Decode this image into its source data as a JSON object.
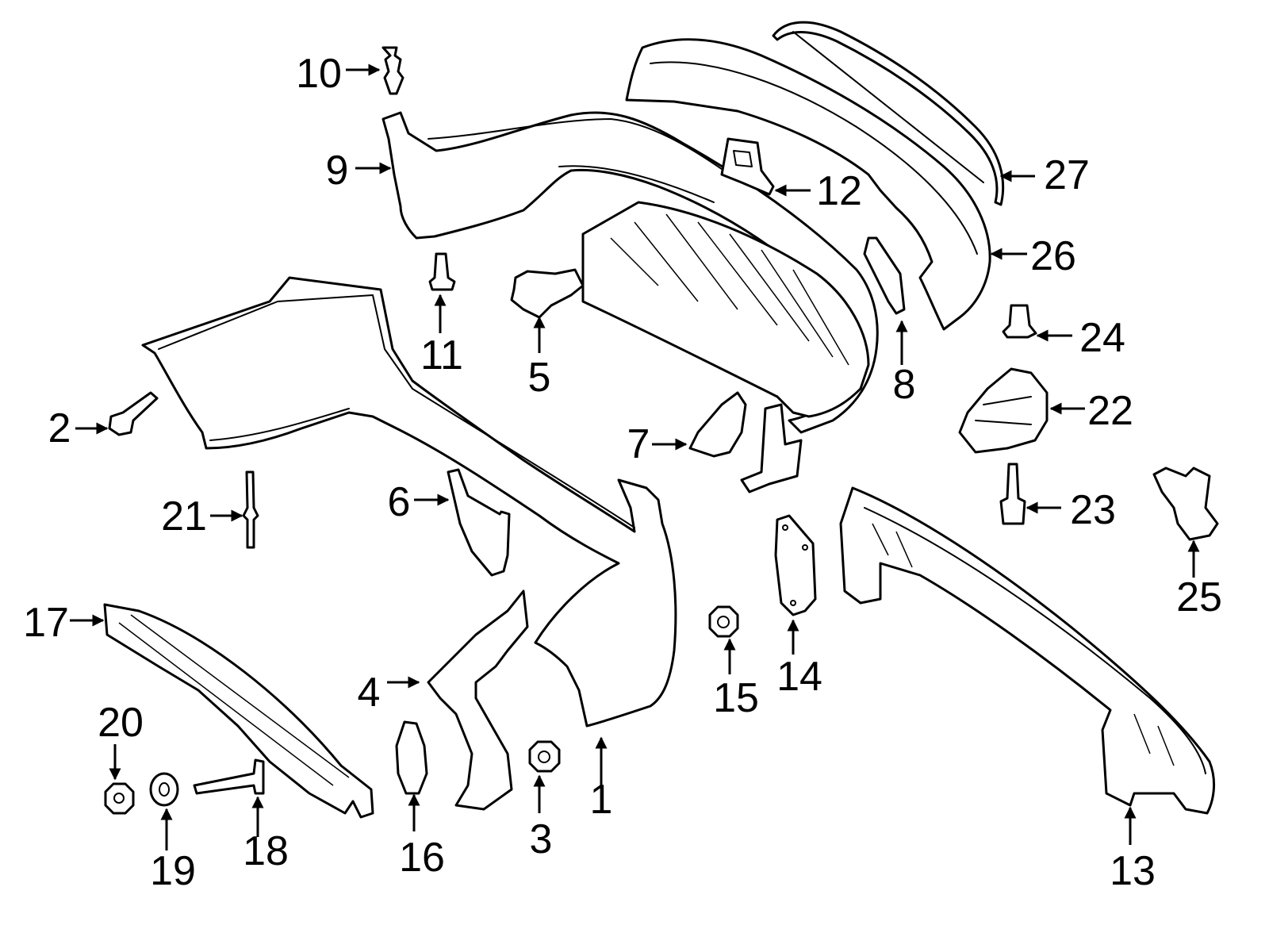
{
  "diagram": {
    "parts": [
      {
        "id": "part-1",
        "number": "1"
      },
      {
        "id": "part-2",
        "number": "2"
      },
      {
        "id": "part-3",
        "number": "3"
      },
      {
        "id": "part-4",
        "number": "4"
      },
      {
        "id": "part-5",
        "number": "5"
      },
      {
        "id": "part-6",
        "number": "6"
      },
      {
        "id": "part-7",
        "number": "7"
      },
      {
        "id": "part-8",
        "number": "8"
      },
      {
        "id": "part-9",
        "number": "9"
      },
      {
        "id": "part-10",
        "number": "10"
      },
      {
        "id": "part-11",
        "number": "11"
      },
      {
        "id": "part-12",
        "number": "12"
      },
      {
        "id": "part-13",
        "number": "13"
      },
      {
        "id": "part-14",
        "number": "14"
      },
      {
        "id": "part-15",
        "number": "15"
      },
      {
        "id": "part-16",
        "number": "16"
      },
      {
        "id": "part-17",
        "number": "17"
      },
      {
        "id": "part-18",
        "number": "18"
      },
      {
        "id": "part-19",
        "number": "19"
      },
      {
        "id": "part-20",
        "number": "20"
      },
      {
        "id": "part-21",
        "number": "21"
      },
      {
        "id": "part-22",
        "number": "22"
      },
      {
        "id": "part-23",
        "number": "23"
      },
      {
        "id": "part-24",
        "number": "24"
      },
      {
        "id": "part-25",
        "number": "25"
      },
      {
        "id": "part-26",
        "number": "26"
      },
      {
        "id": "part-27",
        "number": "27"
      }
    ]
  }
}
